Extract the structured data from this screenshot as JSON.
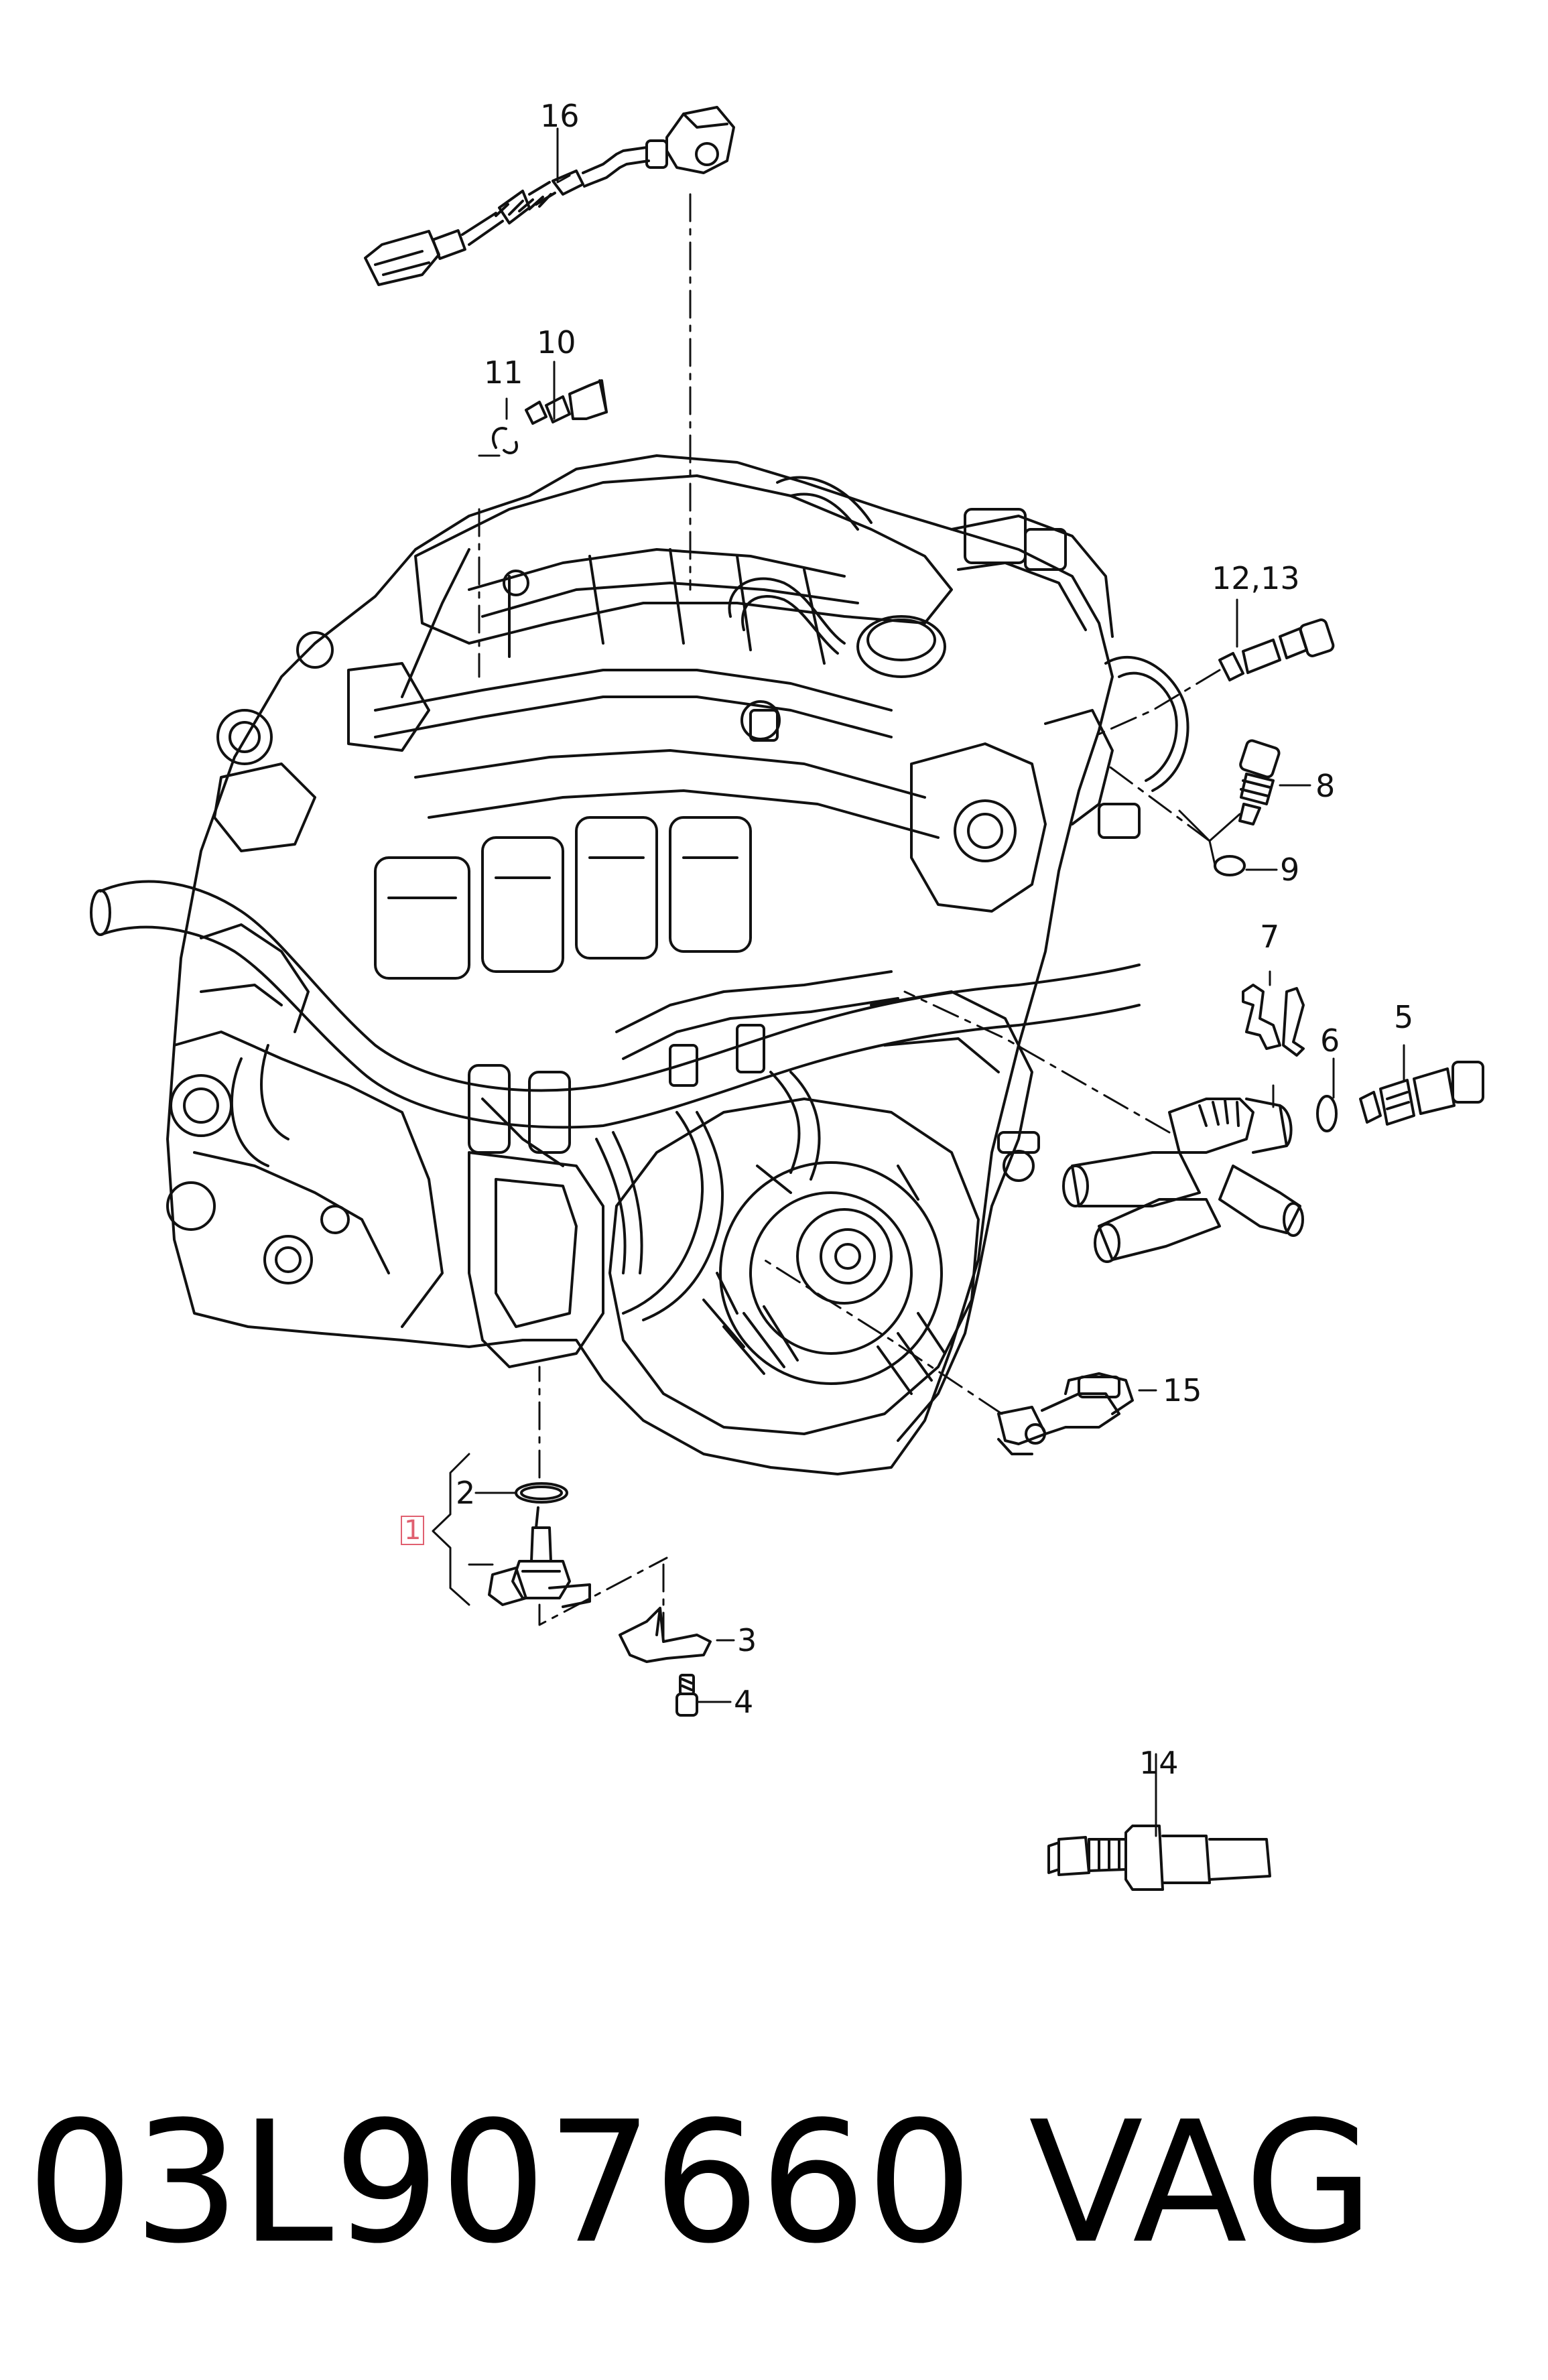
{
  "callouts": {
    "c1": "1",
    "c2": "2",
    "c3": "3",
    "c4": "4",
    "c5": "5",
    "c6": "6",
    "c7": "7",
    "c8": "8",
    "c9": "9",
    "c10": "10",
    "c11": "11",
    "c12_13": "12,13",
    "c14": "14",
    "c15": "15",
    "c16": "16"
  },
  "footer": {
    "part_number": "03L907660",
    "brand": "VAG"
  },
  "colors": {
    "line": "#111111",
    "highlight_box": "#e06070",
    "background": "#ffffff"
  }
}
